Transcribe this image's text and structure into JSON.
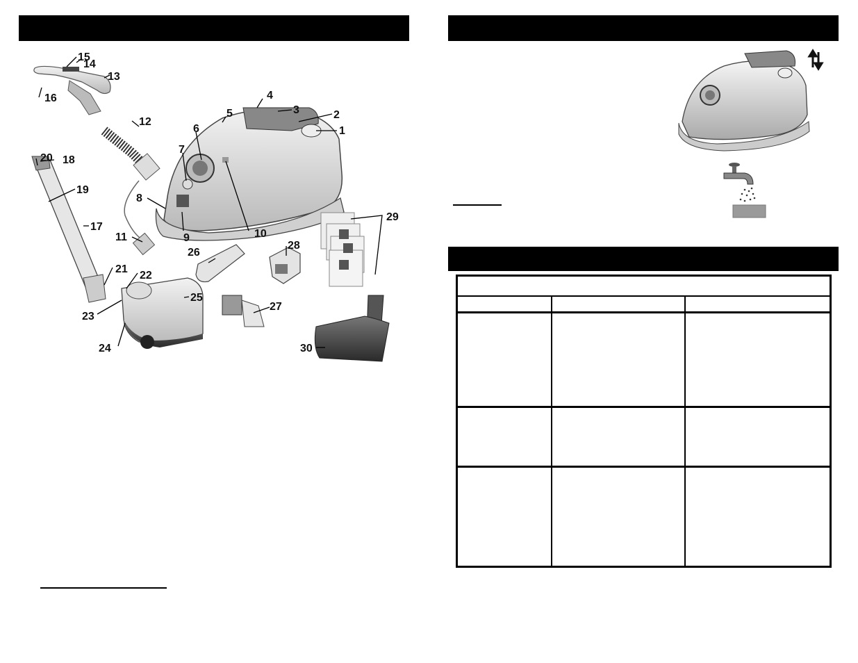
{
  "left_page": {
    "header_text": "",
    "parts_labels": [
      "1",
      "2",
      "3",
      "4",
      "5",
      "6",
      "7",
      "8",
      "9",
      "10",
      "11",
      "12",
      "13",
      "14",
      "15",
      "16",
      "17",
      "18",
      "19",
      "20",
      "21",
      "22",
      "23",
      "24",
      "25",
      "26",
      "27",
      "28",
      "29",
      "30"
    ]
  },
  "right_page": {
    "header_top_text": "",
    "header_bottom_text": "",
    "swap_icon": "up-down-arrows-icon",
    "faucet_icon": "faucet-icon"
  },
  "colors": {
    "header": "#000000",
    "filter": "#9a9a9a"
  }
}
